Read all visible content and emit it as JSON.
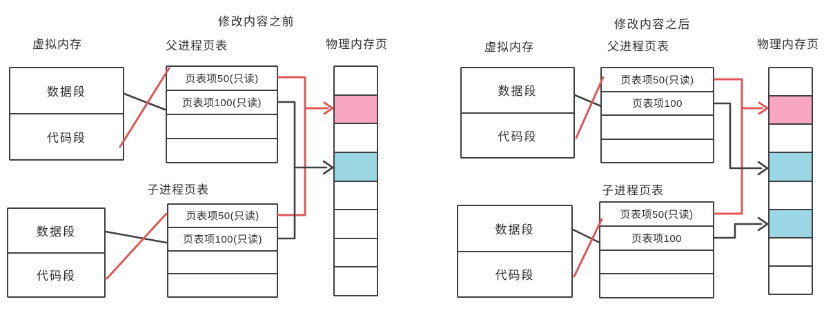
{
  "colors": {
    "ink": "#3f3f3f",
    "text": "#2e2e2e",
    "red": "#e05555",
    "pink": "#f8a6c2",
    "blue": "#9cd7e6",
    "page_default": "#ffffff"
  },
  "diagrams": [
    {
      "title": "修改内容之前",
      "labels": {
        "virtual_memory": "虚拟内存",
        "parent_page_table": "父进程页表",
        "physical_memory": "物理内存页",
        "child_page_table": "子进程页表"
      },
      "parent_virtual_memory": {
        "segments": [
          "数据段",
          "代码段"
        ]
      },
      "child_virtual_memory": {
        "segments": [
          "数据段",
          "代码段"
        ]
      },
      "parent_page_table": {
        "entries": [
          "页表项50(只读)",
          "页表项100(只读)",
          "",
          ""
        ]
      },
      "child_page_table": {
        "entries": [
          "页表项50(只读)",
          "页表项100(只读)",
          "",
          ""
        ]
      },
      "physical_memory": {
        "pages": [
          "none",
          "pink",
          "none",
          "blue",
          "none",
          "none",
          "none",
          "none"
        ]
      },
      "links": [
        {
          "from": "parent_page_table.entries.0",
          "to": "physical_memory.pages.1",
          "color": "red"
        },
        {
          "from": "child_page_table.entries.0",
          "to": "physical_memory.pages.1",
          "color": "red"
        },
        {
          "from": "parent_page_table.entries.1",
          "to": "physical_memory.pages.3",
          "color": "ink"
        },
        {
          "from": "child_page_table.entries.1",
          "to": "physical_memory.pages.3",
          "color": "ink"
        }
      ]
    },
    {
      "title": "修改内容之后",
      "labels": {
        "virtual_memory": "虚拟内存",
        "parent_page_table": "父进程页表",
        "physical_memory": "物理内存页",
        "child_page_table": "子进程页表"
      },
      "parent_virtual_memory": {
        "segments": [
          "数据段",
          "代码段"
        ]
      },
      "child_virtual_memory": {
        "segments": [
          "数据段",
          "代码段"
        ]
      },
      "parent_page_table": {
        "entries": [
          "页表项50(只读)",
          "页表项100",
          "",
          ""
        ]
      },
      "child_page_table": {
        "entries": [
          "页表项50(只读)",
          "页表项100",
          "",
          ""
        ]
      },
      "physical_memory": {
        "pages": [
          "none",
          "pink",
          "none",
          "blue",
          "none",
          "blue",
          "none",
          "none"
        ]
      },
      "links": [
        {
          "from": "parent_page_table.entries.0",
          "to": "physical_memory.pages.1",
          "color": "red"
        },
        {
          "from": "child_page_table.entries.0",
          "to": "physical_memory.pages.1",
          "color": "red"
        },
        {
          "from": "parent_page_table.entries.1",
          "to": "physical_memory.pages.3",
          "color": "ink"
        },
        {
          "from": "child_page_table.entries.1",
          "to": "physical_memory.pages.5",
          "color": "ink"
        }
      ]
    }
  ]
}
